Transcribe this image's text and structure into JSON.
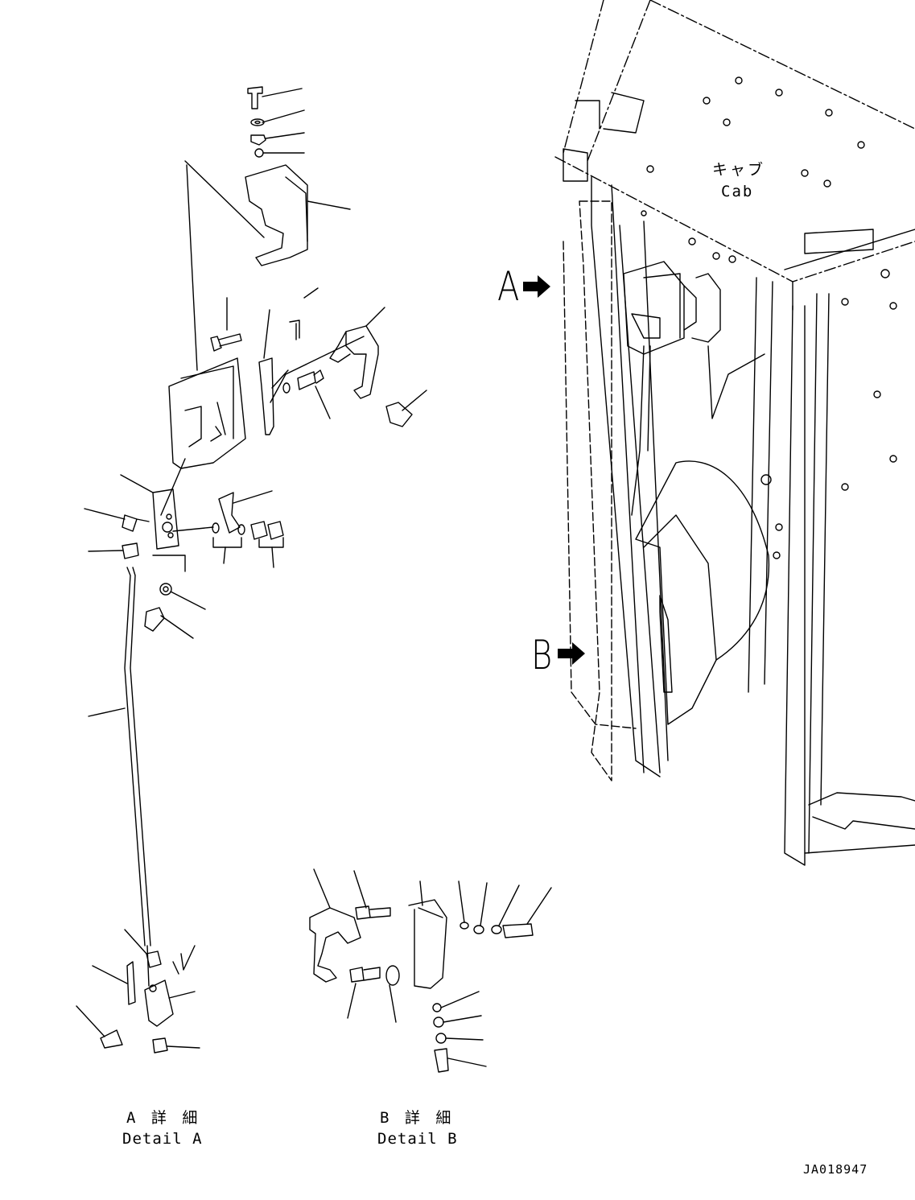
{
  "labels": {
    "cab_jp": "キャブ",
    "cab_en": "Cab",
    "view_a": "A",
    "view_b": "B",
    "detail_a_jp": "A 詳 細",
    "detail_a_en": "Detail A",
    "detail_b_jp": "B 詳 細",
    "detail_b_en": "Detail B",
    "doc_id": "JA018947"
  },
  "icons": {
    "view_arrow": "right-arrow-icon"
  },
  "colors": {
    "line": "#000000",
    "background": "#ffffff"
  }
}
